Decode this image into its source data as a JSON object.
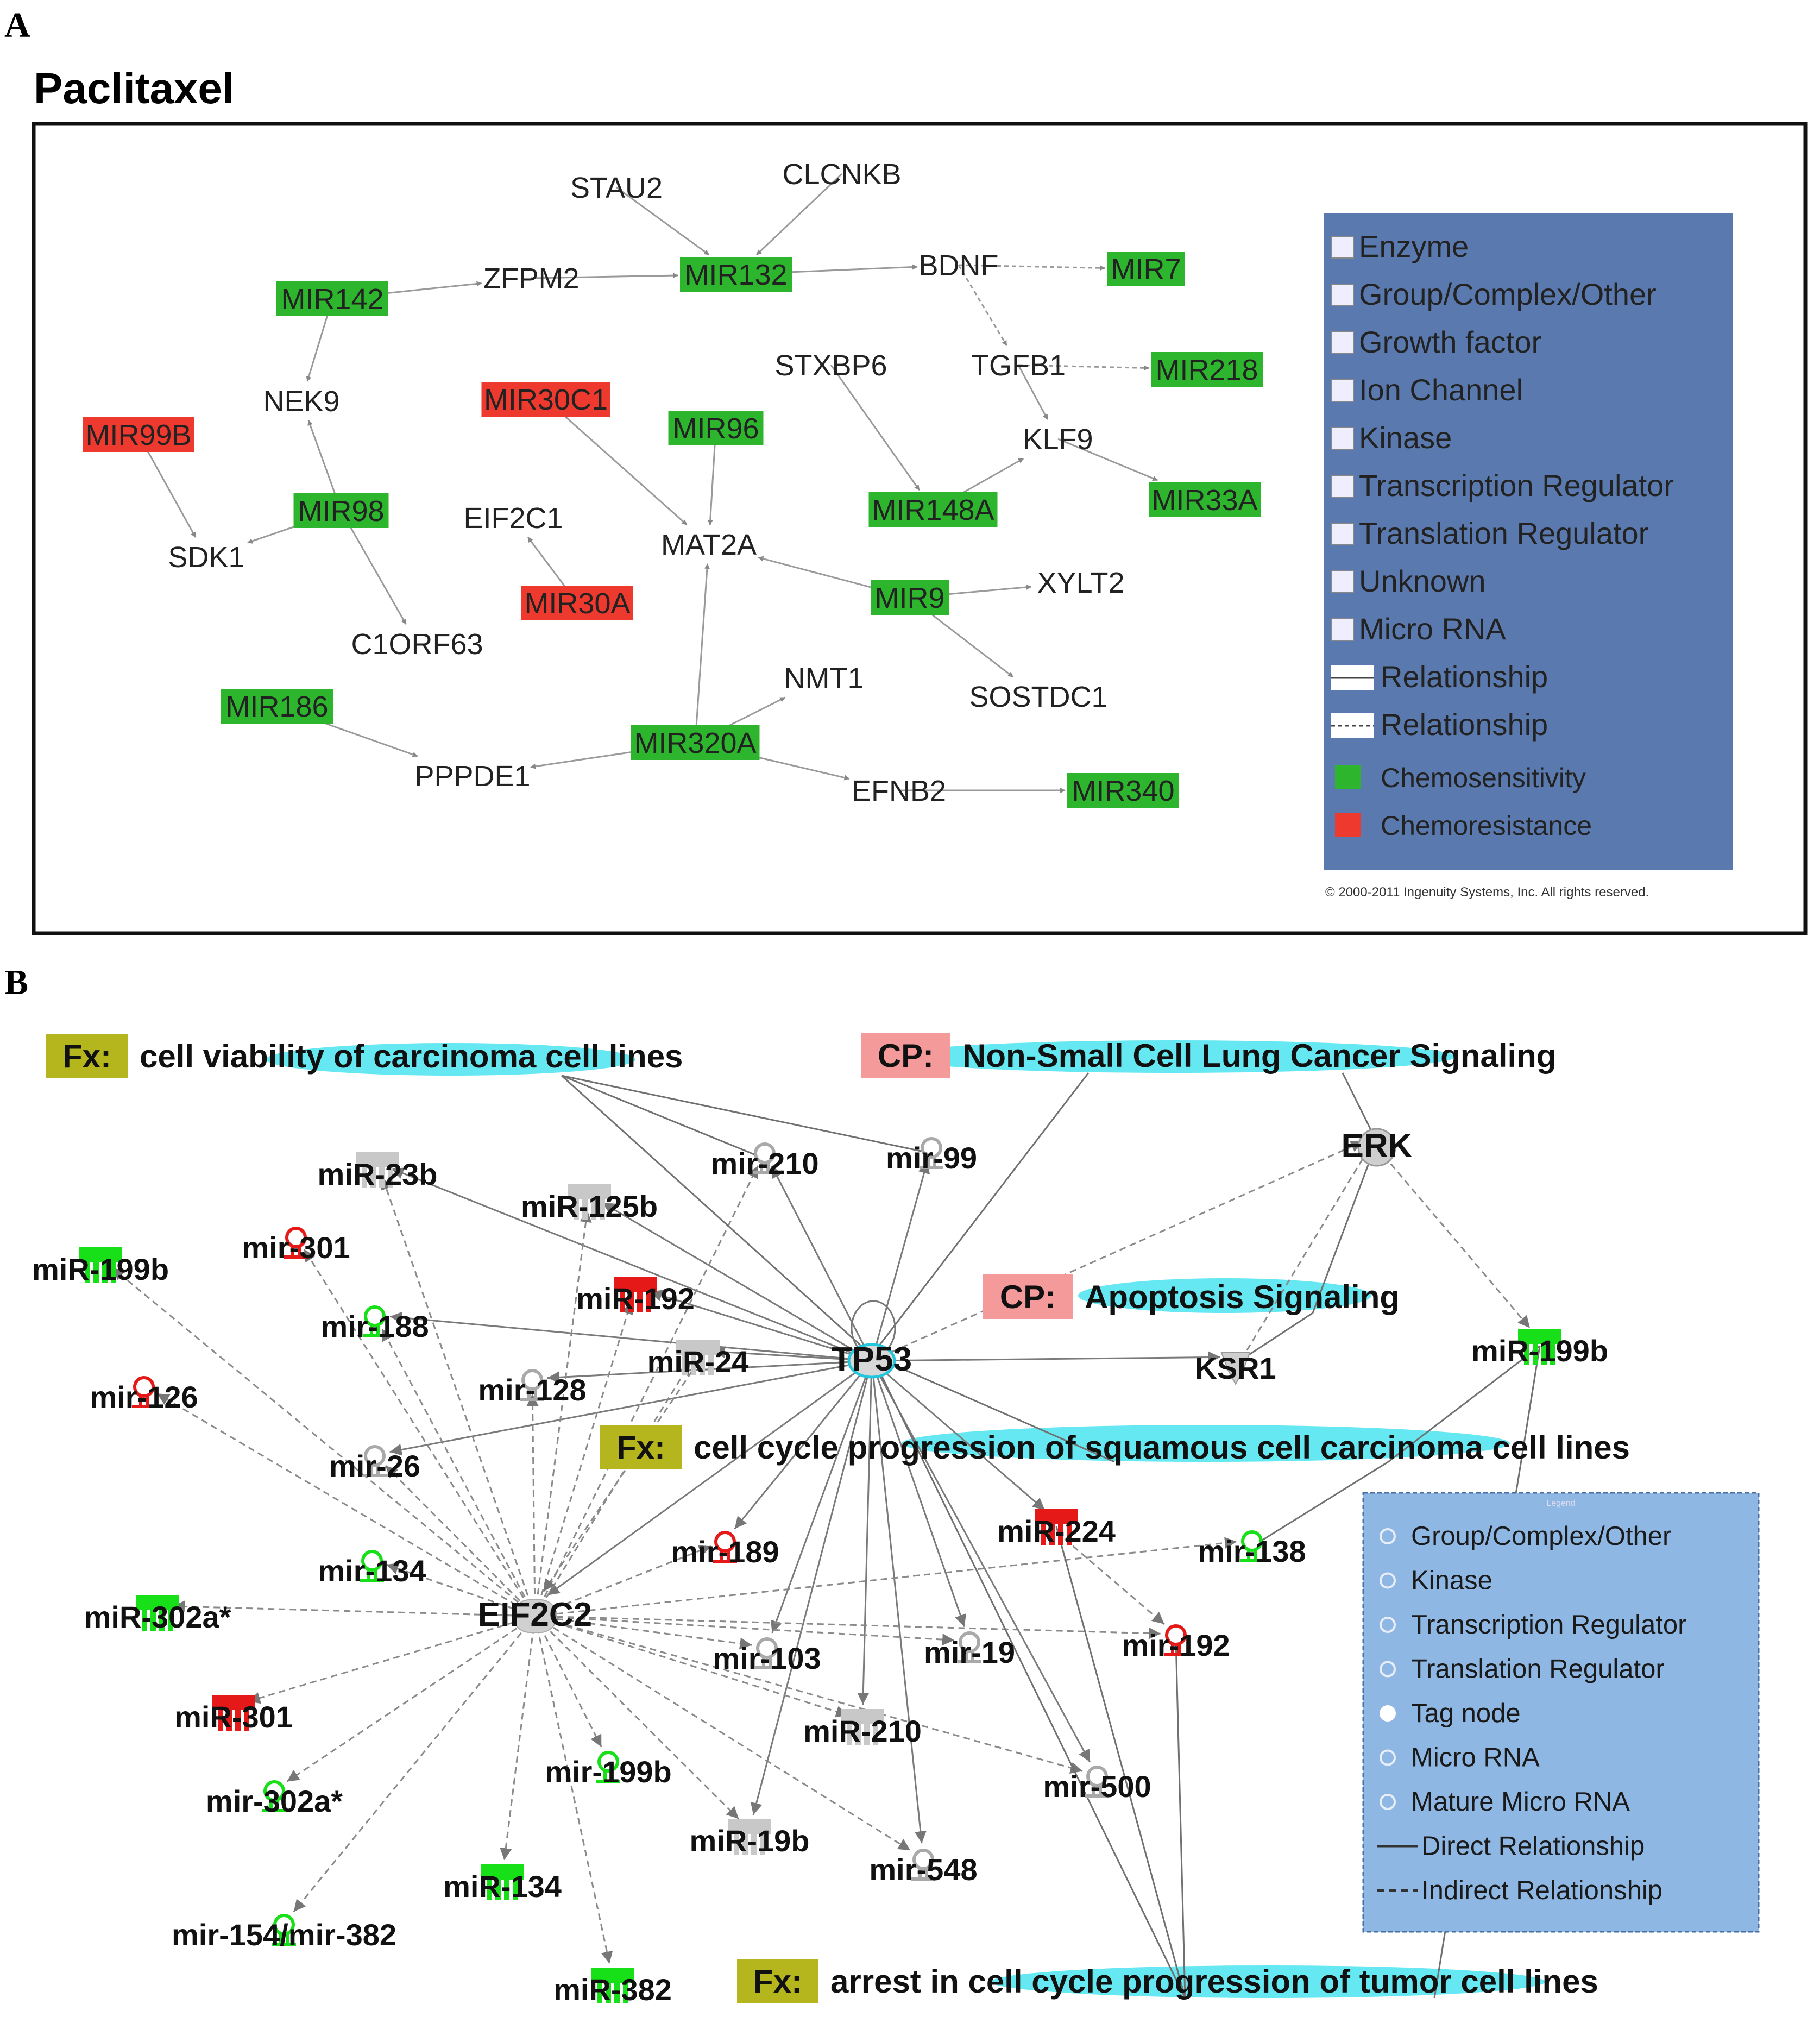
{
  "panel_a": {
    "letter": "A",
    "title": "Paclitaxel",
    "nodes": [
      {
        "id": "STAU2",
        "label": "STAU2",
        "style": "plain"
      },
      {
        "id": "CLCNKB",
        "label": "CLCNKB",
        "style": "plain"
      },
      {
        "id": "MIR142",
        "label": "MIR142",
        "style": "green"
      },
      {
        "id": "ZFPM2",
        "label": "ZFPM2",
        "style": "plain"
      },
      {
        "id": "MIR132",
        "label": "MIR132",
        "style": "green"
      },
      {
        "id": "BDNF",
        "label": "BDNF",
        "style": "plain"
      },
      {
        "id": "MIR7",
        "label": "MIR7",
        "style": "green"
      },
      {
        "id": "NEK9",
        "label": "NEK9",
        "style": "plain"
      },
      {
        "id": "STXBP6",
        "label": "STXBP6",
        "style": "plain"
      },
      {
        "id": "TGFB1",
        "label": "TGFB1",
        "style": "plain"
      },
      {
        "id": "MIR218",
        "label": "MIR218",
        "style": "green"
      },
      {
        "id": "MIR99B",
        "label": "MIR99B",
        "style": "red"
      },
      {
        "id": "MIR30C1",
        "label": "MIR30C1",
        "style": "red"
      },
      {
        "id": "MIR96",
        "label": "MIR96",
        "style": "green"
      },
      {
        "id": "KLF9",
        "label": "KLF9",
        "style": "plain"
      },
      {
        "id": "MIR148A",
        "label": "MIR148A",
        "style": "green"
      },
      {
        "id": "MIR33A",
        "label": "MIR33A",
        "style": "green"
      },
      {
        "id": "MIR98",
        "label": "MIR98",
        "style": "green"
      },
      {
        "id": "EIF2C1",
        "label": "EIF2C1",
        "style": "plain"
      },
      {
        "id": "SDK1",
        "label": "SDK1",
        "style": "plain"
      },
      {
        "id": "MAT2A",
        "label": "MAT2A",
        "style": "plain"
      },
      {
        "id": "XYLT2",
        "label": "XYLT2",
        "style": "plain"
      },
      {
        "id": "MIR30A",
        "label": "MIR30A",
        "style": "red"
      },
      {
        "id": "MIR9",
        "label": "MIR9",
        "style": "green"
      },
      {
        "id": "C1ORF63",
        "label": "C1ORF63",
        "style": "plain"
      },
      {
        "id": "NMT1",
        "label": "NMT1",
        "style": "plain"
      },
      {
        "id": "SOSTDC1",
        "label": "SOSTDC1",
        "style": "plain"
      },
      {
        "id": "MIR186",
        "label": "MIR186",
        "style": "green"
      },
      {
        "id": "MIR320A",
        "label": "MIR320A",
        "style": "green"
      },
      {
        "id": "PPPDE1",
        "label": "PPPDE1",
        "style": "plain"
      },
      {
        "id": "EFNB2",
        "label": "EFNB2",
        "style": "plain"
      },
      {
        "id": "MIR340",
        "label": "MIR340",
        "style": "green"
      }
    ],
    "edges": [
      {
        "from": "STAU2",
        "to": "MIR132",
        "style": "solid"
      },
      {
        "from": "CLCNKB",
        "to": "MIR132",
        "style": "solid"
      },
      {
        "from": "MIR142",
        "to": "ZFPM2",
        "style": "solid"
      },
      {
        "from": "ZFPM2",
        "to": "MIR132",
        "style": "solid"
      },
      {
        "from": "MIR132",
        "to": "BDNF",
        "style": "solid"
      },
      {
        "from": "BDNF",
        "to": "MIR7",
        "style": "dashed"
      },
      {
        "from": "BDNF",
        "to": "TGFB1",
        "style": "dashed"
      },
      {
        "from": "TGFB1",
        "to": "MIR218",
        "style": "dashed"
      },
      {
        "from": "TGFB1",
        "to": "KLF9",
        "style": "solid"
      },
      {
        "from": "MIR142",
        "to": "NEK9",
        "style": "solid"
      },
      {
        "from": "MIR98",
        "to": "NEK9",
        "style": "solid"
      },
      {
        "from": "MIR99B",
        "to": "SDK1",
        "style": "solid"
      },
      {
        "from": "MIR98",
        "to": "SDK1",
        "style": "solid"
      },
      {
        "from": "MIR98",
        "to": "C1ORF63",
        "style": "solid"
      },
      {
        "from": "MIR30C1",
        "to": "MAT2A",
        "style": "solid"
      },
      {
        "from": "MIR96",
        "to": "MAT2A",
        "style": "solid"
      },
      {
        "from": "MIR30A",
        "to": "EIF2C1",
        "style": "solid"
      },
      {
        "from": "MIR9",
        "to": "MAT2A",
        "style": "solid"
      },
      {
        "from": "MIR320A",
        "to": "MAT2A",
        "style": "solid"
      },
      {
        "from": "STXBP6",
        "to": "MIR148A",
        "style": "solid"
      },
      {
        "from": "MIR148A",
        "to": "KLF9",
        "style": "solid"
      },
      {
        "from": "KLF9",
        "to": "MIR33A",
        "style": "solid"
      },
      {
        "from": "MIR9",
        "to": "XYLT2",
        "style": "solid"
      },
      {
        "from": "MIR9",
        "to": "SOSTDC1",
        "style": "solid"
      },
      {
        "from": "MIR320A",
        "to": "NMT1",
        "style": "solid"
      },
      {
        "from": "MIR186",
        "to": "PPPDE1",
        "style": "solid"
      },
      {
        "from": "MIR320A",
        "to": "PPPDE1",
        "style": "solid"
      },
      {
        "from": "MIR320A",
        "to": "EFNB2",
        "style": "solid"
      },
      {
        "from": "EFNB2",
        "to": "MIR340",
        "style": "solid"
      }
    ],
    "legend": {
      "items": [
        {
          "label": "Enzyme",
          "icon": "enzyme-icon"
        },
        {
          "label": "Group/Complex/Other",
          "icon": "group-icon"
        },
        {
          "label": "Growth factor",
          "icon": "growth-factor-icon"
        },
        {
          "label": "Ion Channel",
          "icon": "ion-channel-icon"
        },
        {
          "label": "Kinase",
          "icon": "kinase-icon"
        },
        {
          "label": "Transcription Regulator",
          "icon": "transcription-regulator-icon"
        },
        {
          "label": "Translation Regulator",
          "icon": "translation-regulator-icon"
        },
        {
          "label": "Unknown",
          "icon": "unknown-icon"
        },
        {
          "label": "Micro RNA",
          "icon": "micro-rna-icon"
        },
        {
          "label": "Relationship",
          "icon": "solid-line-icon"
        },
        {
          "label": "Relationship",
          "icon": "dashed-line-icon"
        },
        {
          "label": "Chemosensitivity",
          "icon": "green-swatch-icon"
        },
        {
          "label": "Chemoresistance",
          "icon": "red-swatch-icon"
        }
      ],
      "copyright": "© 2000-2011 Ingenuity Systems, Inc. All rights reserved."
    },
    "colors": {
      "green": "#2db52d",
      "red": "#ee3a2e",
      "legend_bg": "#5a79ae"
    }
  },
  "panel_b": {
    "letter": "B",
    "tags": [
      {
        "id": "fx1",
        "prefix": "Fx:",
        "text": "cell viability of carcinoma cell lines",
        "kind": "fx"
      },
      {
        "id": "cp1",
        "prefix": "CP:",
        "text": "Non-Small Cell Lung Cancer Signaling",
        "kind": "cp"
      },
      {
        "id": "cp2",
        "prefix": "CP:",
        "text": "Apoptosis Signaling",
        "kind": "cp"
      },
      {
        "id": "fx2",
        "prefix": "Fx:",
        "text": "cell cycle progression of squamous cell carcinoma cell lines",
        "kind": "fx"
      },
      {
        "id": "fx3",
        "prefix": "Fx:",
        "text": "arrest in cell cycle progression of tumor cell lines",
        "kind": "fx"
      }
    ],
    "nodes": [
      {
        "id": "TP53",
        "label": "TP53",
        "shape": "tr",
        "color": "gray"
      },
      {
        "id": "EIF2C2",
        "label": "EIF2C2",
        "shape": "tl",
        "color": "gray"
      },
      {
        "id": "ERK",
        "label": "ERK",
        "shape": "group",
        "color": "gray"
      },
      {
        "id": "KSR1",
        "label": "KSR1",
        "shape": "kinase",
        "color": "gray"
      },
      {
        "id": "miR23b",
        "label": "miR-23b",
        "shape": "mature",
        "color": "gray"
      },
      {
        "id": "miR125b",
        "label": "miR-125b",
        "shape": "mature",
        "color": "gray"
      },
      {
        "id": "mir210a",
        "label": "mir-210",
        "shape": "mirna",
        "color": "gray"
      },
      {
        "id": "mir99",
        "label": "mir-99",
        "shape": "mirna",
        "color": "gray"
      },
      {
        "id": "miR199bL",
        "label": "miR-199b",
        "shape": "mature",
        "color": "green"
      },
      {
        "id": "mir301a",
        "label": "mir-301",
        "shape": "mirna",
        "color": "red"
      },
      {
        "id": "miR192a",
        "label": "miR-192",
        "shape": "mature",
        "color": "red"
      },
      {
        "id": "mir188",
        "label": "mir-188",
        "shape": "mirna",
        "color": "green"
      },
      {
        "id": "miR24",
        "label": "miR-24",
        "shape": "mature",
        "color": "gray"
      },
      {
        "id": "mir128",
        "label": "mir-128",
        "shape": "mirna",
        "color": "gray"
      },
      {
        "id": "mir126",
        "label": "mir-126",
        "shape": "mirna",
        "color": "red"
      },
      {
        "id": "mir26",
        "label": "mir-26",
        "shape": "mirna",
        "color": "gray"
      },
      {
        "id": "miR199bR",
        "label": "miR-199b",
        "shape": "mature",
        "color": "green"
      },
      {
        "id": "mir189",
        "label": "mir-189",
        "shape": "mirna",
        "color": "red"
      },
      {
        "id": "miR224",
        "label": "miR-224",
        "shape": "mature",
        "color": "red"
      },
      {
        "id": "mir138",
        "label": "mir-138",
        "shape": "mirna",
        "color": "green"
      },
      {
        "id": "mir134a",
        "label": "mir-134",
        "shape": "mirna",
        "color": "green"
      },
      {
        "id": "miR302a",
        "label": "miR-302a*",
        "shape": "mature",
        "color": "green"
      },
      {
        "id": "mir103",
        "label": "mir-103",
        "shape": "mirna",
        "color": "gray"
      },
      {
        "id": "mir19",
        "label": "mir-19",
        "shape": "mirna",
        "color": "gray"
      },
      {
        "id": "mir192b",
        "label": "mir-192",
        "shape": "mirna",
        "color": "red"
      },
      {
        "id": "miR301b",
        "label": "miR-301",
        "shape": "mature",
        "color": "red"
      },
      {
        "id": "miR210b",
        "label": "miR-210",
        "shape": "mature",
        "color": "gray"
      },
      {
        "id": "mir302a",
        "label": "mir-302a*",
        "shape": "mirna",
        "color": "green"
      },
      {
        "id": "mir199b",
        "label": "mir-199b",
        "shape": "mirna",
        "color": "green"
      },
      {
        "id": "mir500",
        "label": "mir-500",
        "shape": "mirna",
        "color": "gray"
      },
      {
        "id": "miR19b",
        "label": "miR-19b",
        "shape": "mature",
        "color": "gray"
      },
      {
        "id": "miR134b",
        "label": "miR-134",
        "shape": "mature",
        "color": "green"
      },
      {
        "id": "mir548",
        "label": "mir-548",
        "shape": "mirna",
        "color": "gray"
      },
      {
        "id": "mir154",
        "label": "mir-154/mir-382",
        "shape": "mirna",
        "color": "green"
      },
      {
        "id": "miR382",
        "label": "miR-382",
        "shape": "mature",
        "color": "green"
      }
    ],
    "edges": [
      {
        "from": "TP53",
        "to": "miR23b",
        "style": "solid"
      },
      {
        "from": "TP53",
        "to": "miR125b",
        "style": "solid"
      },
      {
        "from": "TP53",
        "to": "mir210a",
        "style": "solid"
      },
      {
        "from": "TP53",
        "to": "mir99",
        "style": "solid"
      },
      {
        "from": "TP53",
        "to": "miR192a",
        "style": "solid"
      },
      {
        "from": "TP53",
        "to": "mir188",
        "style": "solid"
      },
      {
        "from": "TP53",
        "to": "miR24",
        "style": "solid"
      },
      {
        "from": "TP53",
        "to": "mir128",
        "style": "solid"
      },
      {
        "from": "TP53",
        "to": "mir26",
        "style": "solid"
      },
      {
        "from": "TP53",
        "to": "KSR1",
        "style": "solid"
      },
      {
        "from": "TP53",
        "to": "ERK",
        "style": "dashed"
      },
      {
        "from": "TP53",
        "to": "mir189",
        "style": "solid"
      },
      {
        "from": "TP53",
        "to": "miR224",
        "style": "solid"
      },
      {
        "from": "TP53",
        "to": "mir103",
        "style": "solid"
      },
      {
        "from": "TP53",
        "to": "mir19",
        "style": "solid"
      },
      {
        "from": "TP53",
        "to": "miR210b",
        "style": "solid"
      },
      {
        "from": "TP53",
        "to": "mir500",
        "style": "solid"
      },
      {
        "from": "TP53",
        "to": "miR19b",
        "style": "solid"
      },
      {
        "from": "TP53",
        "to": "mir548",
        "style": "solid"
      },
      {
        "from": "TP53",
        "to": "EIF2C2",
        "style": "solid"
      },
      {
        "from": "KSR1",
        "to": "ERK",
        "style": "dashed"
      },
      {
        "from": "ERK",
        "to": "miR199bR",
        "style": "dashed"
      },
      {
        "from": "miR224",
        "to": "mir192b",
        "style": "dashed"
      },
      {
        "from": "EIF2C2",
        "to": "miR23b",
        "style": "dashed"
      },
      {
        "from": "EIF2C2",
        "to": "miR125b",
        "style": "dashed"
      },
      {
        "from": "EIF2C2",
        "to": "mir210a",
        "style": "dashed"
      },
      {
        "from": "EIF2C2",
        "to": "miR199bL",
        "style": "dashed"
      },
      {
        "from": "EIF2C2",
        "to": "mir301a",
        "style": "dashed"
      },
      {
        "from": "EIF2C2",
        "to": "miR192a",
        "style": "dashed"
      },
      {
        "from": "EIF2C2",
        "to": "mir188",
        "style": "dashed"
      },
      {
        "from": "EIF2C2",
        "to": "miR24",
        "style": "dashed"
      },
      {
        "from": "EIF2C2",
        "to": "mir128",
        "style": "dashed"
      },
      {
        "from": "EIF2C2",
        "to": "mir126",
        "style": "dashed"
      },
      {
        "from": "EIF2C2",
        "to": "mir26",
        "style": "dashed"
      },
      {
        "from": "EIF2C2",
        "to": "mir134a",
        "style": "dashed"
      },
      {
        "from": "EIF2C2",
        "to": "miR302a",
        "style": "dashed"
      },
      {
        "from": "EIF2C2",
        "to": "miR301b",
        "style": "dashed"
      },
      {
        "from": "EIF2C2",
        "to": "mir302a",
        "style": "dashed"
      },
      {
        "from": "EIF2C2",
        "to": "mir154",
        "style": "dashed"
      },
      {
        "from": "EIF2C2",
        "to": "miR134b",
        "style": "dashed"
      },
      {
        "from": "EIF2C2",
        "to": "miR382",
        "style": "dashed"
      },
      {
        "from": "EIF2C2",
        "to": "mir199b",
        "style": "dashed"
      },
      {
        "from": "EIF2C2",
        "to": "miR19b",
        "style": "dashed"
      },
      {
        "from": "EIF2C2",
        "to": "mir548",
        "style": "dashed"
      },
      {
        "from": "EIF2C2",
        "to": "mir103",
        "style": "dashed"
      },
      {
        "from": "EIF2C2",
        "to": "miR210b",
        "style": "dashed"
      },
      {
        "from": "EIF2C2",
        "to": "mir19",
        "style": "dashed"
      },
      {
        "from": "EIF2C2",
        "to": "mir500",
        "style": "dashed"
      },
      {
        "from": "EIF2C2",
        "to": "mir192b",
        "style": "dashed"
      },
      {
        "from": "EIF2C2",
        "to": "mir138",
        "style": "dashed"
      },
      {
        "from": "EIF2C2",
        "to": "mir189",
        "style": "dashed"
      },
      {
        "from": "miR24",
        "to": "EIF2C2",
        "style": "dashed"
      }
    ],
    "tag_edges": [
      {
        "tag": "fx1",
        "to": "TP53"
      },
      {
        "tag": "fx1",
        "to": "mir210a"
      },
      {
        "tag": "fx1",
        "to": "mir99"
      },
      {
        "tag": "cp1",
        "to": "TP53"
      },
      {
        "tag": "cp1",
        "to": "ERK"
      },
      {
        "tag": "cp2",
        "to": "ERK"
      },
      {
        "tag": "cp2",
        "to": "KSR1"
      },
      {
        "tag": "fx2",
        "to": "TP53"
      },
      {
        "tag": "fx2",
        "to": "mir138"
      },
      {
        "tag": "fx2",
        "to": "miR199bR"
      },
      {
        "tag": "fx3",
        "to": "TP53"
      },
      {
        "tag": "fx3",
        "to": "mir192b"
      },
      {
        "tag": "fx3",
        "to": "miR224"
      },
      {
        "tag": "fx3",
        "to": "miR199bR"
      }
    ],
    "legend": {
      "title": "Legend",
      "items": [
        {
          "label": "Group/Complex/Other",
          "icon": "group-icon"
        },
        {
          "label": "Kinase",
          "icon": "kinase-icon"
        },
        {
          "label": "Transcription Regulator",
          "icon": "transcription-regulator-icon"
        },
        {
          "label": "Translation Regulator",
          "icon": "translation-regulator-icon"
        },
        {
          "label": "Tag node",
          "icon": "tag-node-icon"
        },
        {
          "label": "Micro RNA",
          "icon": "micro-rna-icon"
        },
        {
          "label": "Mature Micro RNA",
          "icon": "mature-micro-rna-icon"
        },
        {
          "label": "Direct Relationship",
          "icon": "solid-line-icon"
        },
        {
          "label": "Indirect Relationship",
          "icon": "dashed-line-icon"
        }
      ]
    },
    "colors": {
      "green": "#18e018",
      "red": "#e61919",
      "gray": "#c8c8c8",
      "fx": "#b5b51e",
      "cp": "#f59a9a",
      "tag_oval": "#66e8f2",
      "legend_bg": "#8fb7e3"
    }
  }
}
